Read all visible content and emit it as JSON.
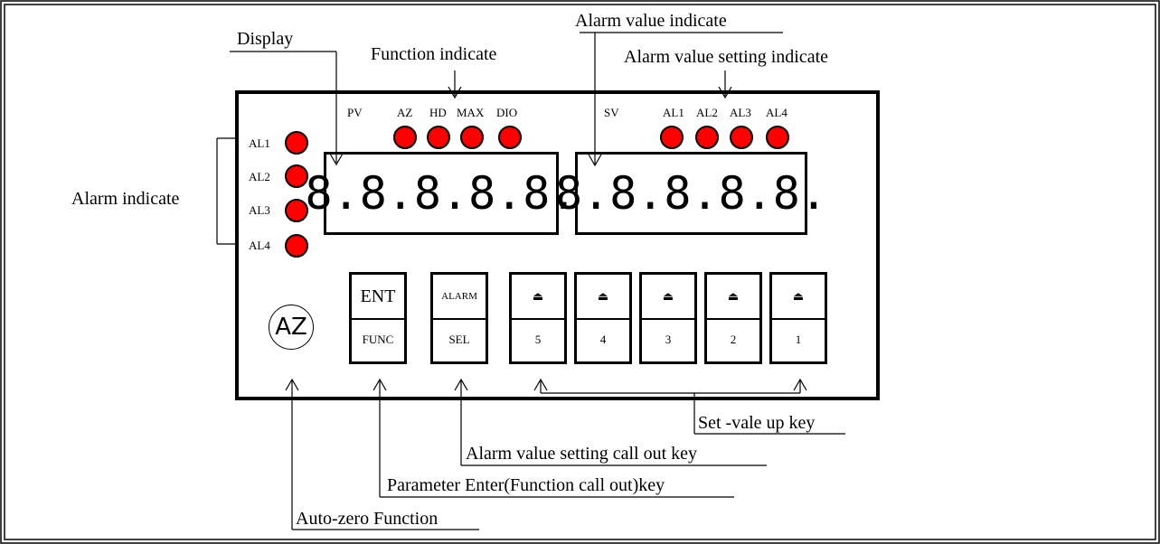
{
  "callouts": {
    "display": "Display",
    "function_indicate": "Function indicate",
    "alarm_value_indicate": "Alarm value indicate",
    "alarm_value_setting_indicate": "Alarm value setting indicate",
    "alarm_indicate": "Alarm indicate",
    "set_value_up_key": "Set -vale up key",
    "alarm_value_setting_call_out_key": "Alarm value setting call out key",
    "parameter_enter_key": "Parameter Enter(Function call out)key",
    "auto_zero_function": "Auto-zero Function"
  },
  "panel": {
    "pv_label": "PV",
    "sv_label": "SV",
    "function_leds": [
      "AZ",
      "HD",
      "MAX",
      "DIO"
    ],
    "alarm_setting_leds": [
      "AL1",
      "AL2",
      "AL3",
      "AL4"
    ],
    "alarm_leds": [
      "AL1",
      "AL2",
      "AL3",
      "AL4"
    ],
    "pv_digits": "8.8.8.8.8.",
    "sv_digits": "8.8.8.8.8.",
    "az_button": "AZ",
    "ent_key": {
      "top": "ENT",
      "bottom": "FUNC"
    },
    "alarm_key": {
      "top": "ALARM",
      "bottom": "SEL"
    },
    "up_keys": [
      "5",
      "4",
      "3",
      "2",
      "1"
    ],
    "up_symbol": "⏏"
  },
  "colors": {
    "led": "#ff0000",
    "line": "#000000",
    "background": "#ffffff"
  }
}
